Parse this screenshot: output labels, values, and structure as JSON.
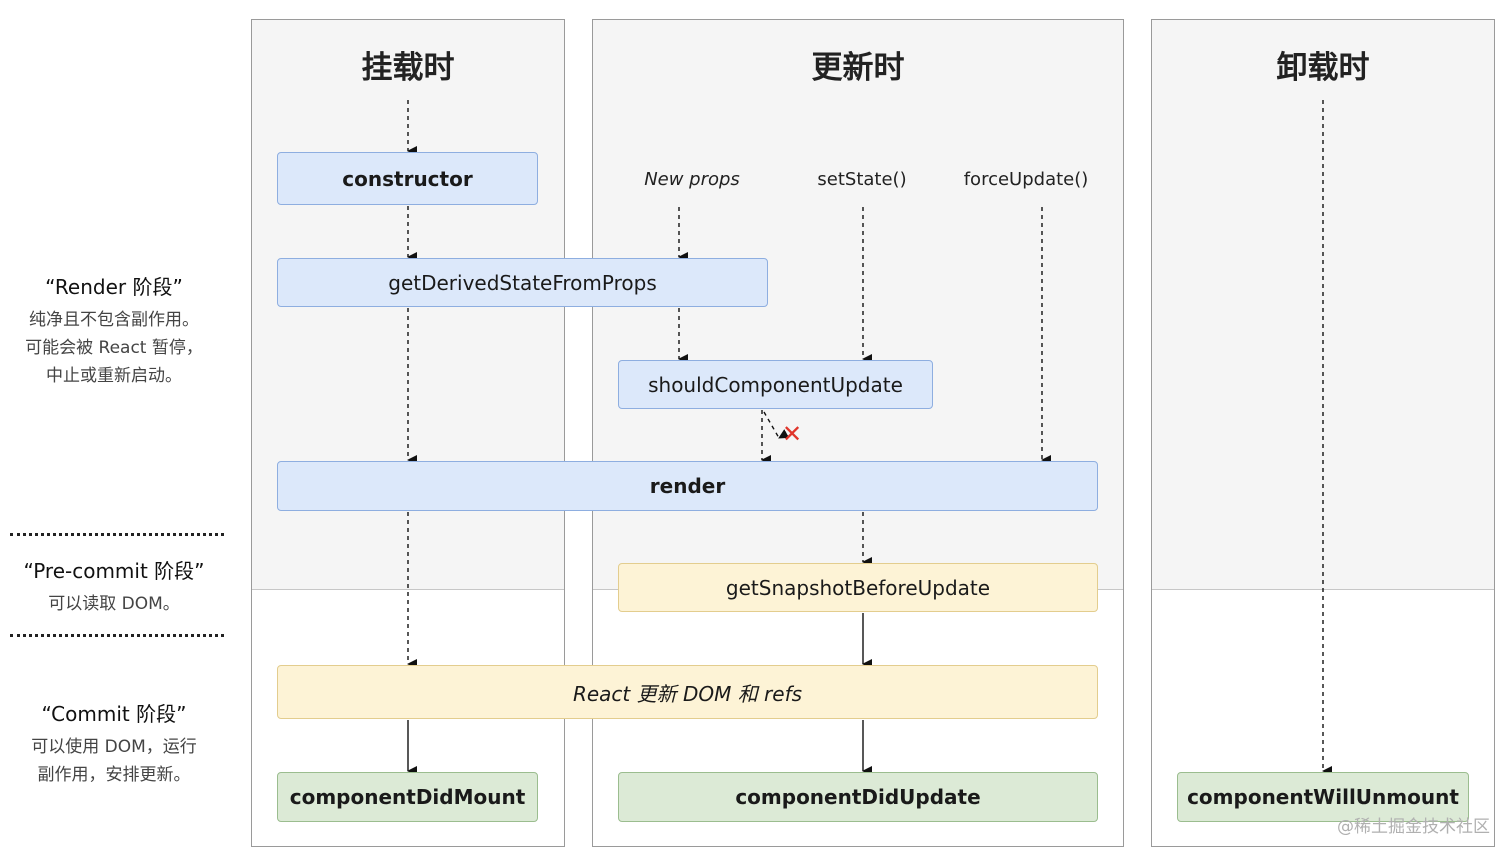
{
  "columns": {
    "mount": {
      "title": "挂载时"
    },
    "update": {
      "title": "更新时"
    },
    "unmount": {
      "title": "卸载时"
    }
  },
  "phases": {
    "render": {
      "heading": "“Render 阶段”",
      "lines": [
        "纯净且不包含副作用。",
        "可能会被 React 暂停，",
        "中止或重新启动。"
      ]
    },
    "precommit": {
      "heading": "“Pre-commit 阶段”",
      "lines": [
        "可以读取 DOM。"
      ]
    },
    "commit": {
      "heading": "“Commit 阶段”",
      "lines": [
        "可以使用 DOM，运行",
        "副作用，安排更新。"
      ]
    }
  },
  "triggers": {
    "new_props": "New props",
    "set_state": "setState()",
    "force_update": "forceUpdate()"
  },
  "methods": {
    "constructor": "constructor",
    "get_derived_state": "getDerivedStateFromProps",
    "should_update": "shouldComponentUpdate",
    "render": "render",
    "get_snapshot": "getSnapshotBeforeUpdate",
    "react_updates_dom": "React 更新 DOM 和 refs",
    "did_mount": "componentDidMount",
    "did_update": "componentDidUpdate",
    "will_unmount": "componentWillUnmount"
  },
  "cancel_mark": "✕",
  "watermark": "@稀土掘金技术社区",
  "colors": {
    "render_phase_box": "#dce8fa",
    "precommit_phase_box": "#fdf3d6",
    "commit_phase_box": "#dcead6",
    "cancel_mark": "#e0352b"
  }
}
